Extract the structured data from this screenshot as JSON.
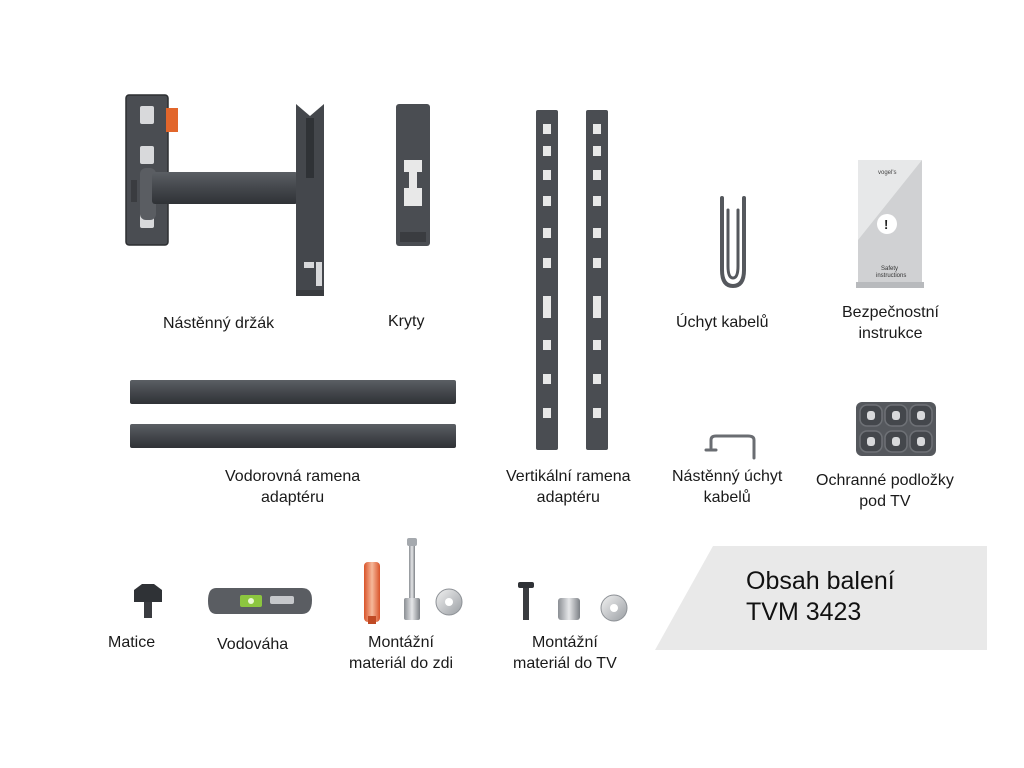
{
  "items": {
    "wall_bracket": "Nástěnný držák",
    "covers": "Kryty",
    "cable_clip": "Úchyt kabelů",
    "safety_line1": "Bezpečnostní",
    "safety_line2": "instrukce",
    "horizontal_line1": "Vodorovná ramena",
    "horizontal_line2": "adaptéru",
    "vertical_line1": "Vertikální ramena",
    "vertical_line2": "adaptéru",
    "wall_cable_line1": "Nástěnný úchyt",
    "wall_cable_line2": "kabelů",
    "pads_line1": "Ochranné podložky",
    "pads_line2": "pod TV",
    "nut": "Matice",
    "level": "Vodováha",
    "wall_hw_line1": "Montážní",
    "wall_hw_line2": "materiál do zdi",
    "tv_hw_line1": "Montážní",
    "tv_hw_line2": "materiál do TV"
  },
  "booklet": {
    "brand": "vogel's",
    "mark": "!",
    "line1": "Safety",
    "line2": "instructions"
  },
  "banner": {
    "line1": "Obsah balení",
    "line2": "TVM 3423"
  },
  "colors": {
    "metal": "#4a4d52",
    "accent": "#e2662b",
    "banner_bg": "#e9e9e9"
  }
}
